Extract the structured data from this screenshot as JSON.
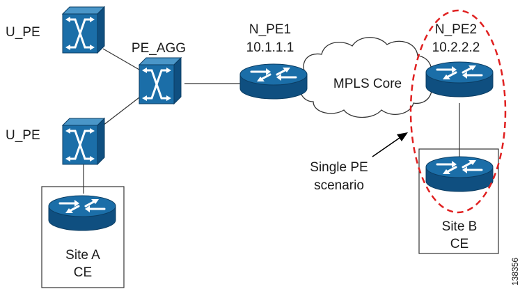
{
  "labels": {
    "u_pe_top": "U_PE",
    "u_pe_bottom": "U_PE",
    "pe_agg": "PE_AGG",
    "n_pe1_name": "N_PE1",
    "n_pe1_ip": "10.1.1.1",
    "n_pe2_name": "N_PE2",
    "n_pe2_ip": "10.2.2.2",
    "mpls_core": "MPLS Core",
    "single_pe_line1": "Single PE",
    "single_pe_line2": "scenario",
    "site_a_line1": "Site A",
    "site_a_line2": "CE",
    "site_b_line1": "Site B",
    "site_b_line2": "CE",
    "figure_id": "138356"
  },
  "colors": {
    "device_face": "#1b6ea8",
    "device_top": "#4a96c8",
    "device_side": "#0f4f80",
    "highlight_circle": "#e02020",
    "line": "#333333"
  },
  "icons": {
    "switch": "atm-switch-icon",
    "router": "router-icon",
    "cloud": "cloud-icon"
  }
}
